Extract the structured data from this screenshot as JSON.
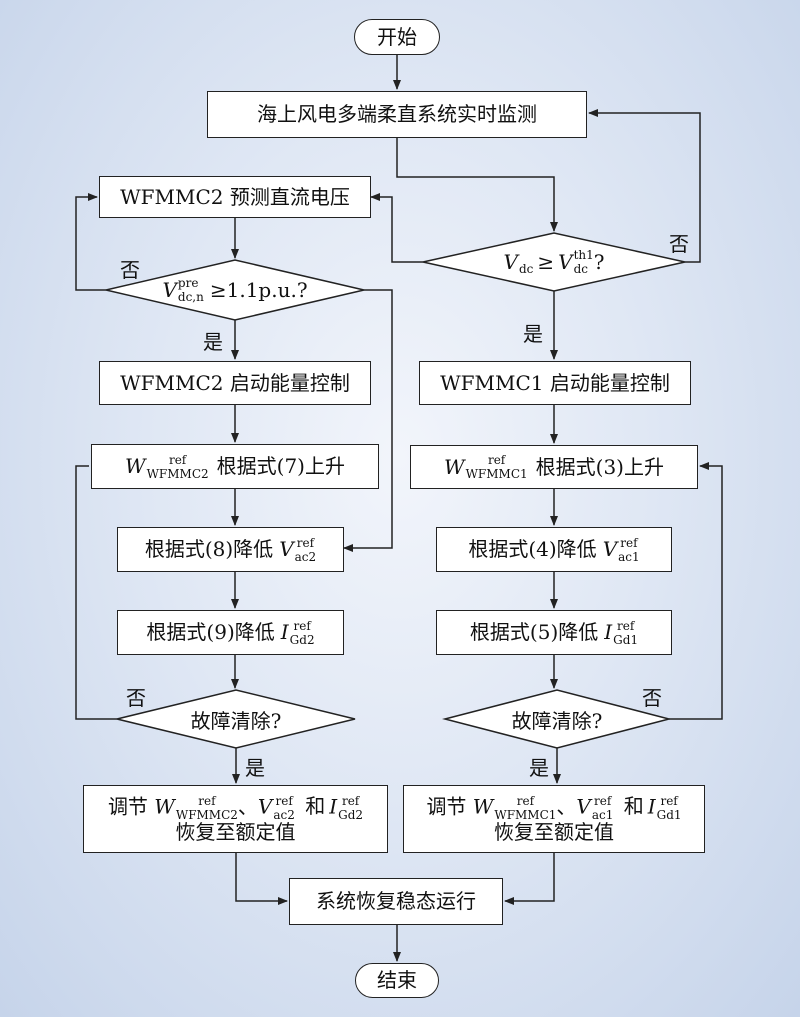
{
  "nodes": {
    "start": "开始",
    "monitor": "海上风电多端柔直系统实时监测",
    "wf2_predict_name": "WFMMC2",
    "wf2_predict_text": "预测直流电压",
    "cond_vdc_pre": {
      "var": "V",
      "sup": "pre",
      "sub": "dc,n",
      "rest": "≥1.1p.u.?"
    },
    "cond_vdc_th": {
      "var1": "V",
      "sub1": "dc",
      "op": "≥",
      "var2": "V",
      "sup2": "th1",
      "sub2": "dc",
      "rest": "?"
    },
    "wf2_start": "WFMMC2 启动能量控制",
    "wf1_start": "WFMMC1 启动能量控制",
    "wf2_w_rise": {
      "var": "W",
      "sup": "ref",
      "sub": "WFMMC2",
      "text": "根据式(7)上升"
    },
    "wf1_w_rise": {
      "var": "W",
      "sup": "ref",
      "sub": "WFMMC1",
      "text": "根据式(3)上升"
    },
    "wf2_v_lower": {
      "text": "根据式(8)降低",
      "var": "V",
      "sup": "ref",
      "sub": "ac2"
    },
    "wf1_v_lower": {
      "text": "根据式(4)降低",
      "var": "V",
      "sup": "ref",
      "sub": "ac1"
    },
    "wf2_i_lower": {
      "text": "根据式(9)降低",
      "var": "I",
      "sup": "ref",
      "sub": "Gd2"
    },
    "wf1_i_lower": {
      "text": "根据式(5)降低",
      "var": "I",
      "sup": "ref",
      "sub": "Gd1"
    },
    "fault_cleared_left": "故障清除?",
    "fault_cleared_right": "故障清除?",
    "wf2_restore": {
      "pre": "调节",
      "w_sub": "WFMMC2",
      "sep": "、",
      "v_sub": "ac2",
      "and": "和",
      "i_sub": "Gd2",
      "sup": "ref",
      "line2": "恢复至额定值"
    },
    "wf1_restore": {
      "pre": "调节",
      "w_sub": "WFMMC1",
      "sep": "、",
      "v_sub": "ac1",
      "and": "和",
      "i_sub": "Gd1",
      "sup": "ref",
      "line2": "恢复至额定值"
    },
    "system_restore": "系统恢复稳态运行",
    "end": "结束"
  },
  "edge_labels": {
    "left_no_top": "否",
    "left_yes_1": "是",
    "right_no": "否",
    "right_yes_1": "是",
    "left_no_fault": "否",
    "left_yes_fault": "是",
    "right_no_fault": "否",
    "right_yes_fault": "是"
  }
}
